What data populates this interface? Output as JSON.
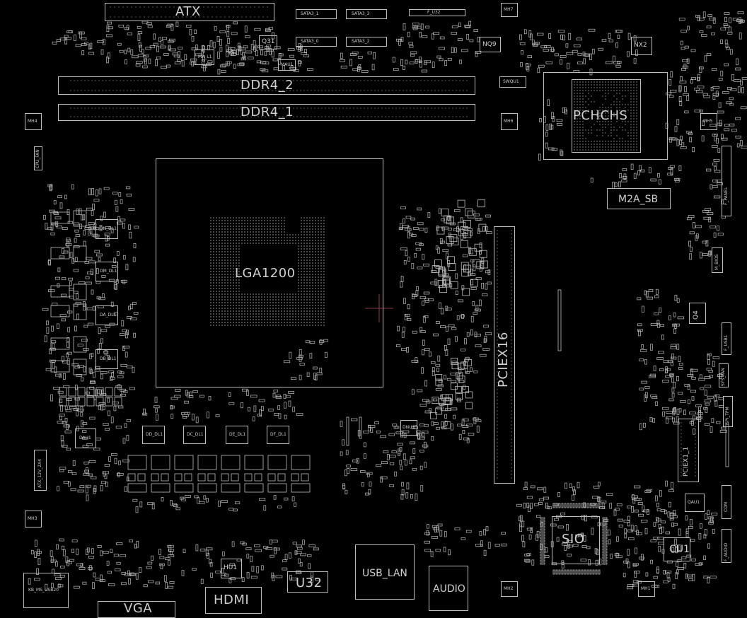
{
  "labels": {
    "atx": "ATX",
    "ddr4_2": "DDR4_2",
    "ddr4_1": "DDR4_1",
    "pch": "PCHCHS",
    "lga": "LGA1200",
    "m2a": "M2A_SB",
    "pciex16": "PCIEX16",
    "pciex1": "PCIEX1_1",
    "sio": "SIO",
    "cu1": "CU1",
    "hdmi": "HDMI",
    "vga": "VGA",
    "u32": "U32",
    "usb_lan": "USB_LAN",
    "audio": "AUDIO",
    "hu1": "HU1",
    "q31": "Q31",
    "q4": "Q4",
    "nq9": "NQ9",
    "nx2": "NX2",
    "sata1": "SATA3_1",
    "sata3": "SATA3_3",
    "sata0": "SATA3_0",
    "sata2": "SATA3_2",
    "fu32": "F_U32",
    "mh1": "MH1",
    "mh2": "MH2",
    "mh3": "MH3",
    "mh4": "MH4",
    "mh5": "MH5",
    "mh6": "MH6",
    "mh7": "MH7",
    "swqu1": "SWQU1",
    "f_panel": "F_PANEL",
    "f_usb1": "F_USB1",
    "f_audio": "F_AUDIO",
    "com": "COM",
    "atx12v": "ATX_12V_2X4",
    "usb_combo": "KB_MS_USB20",
    "qau1": "QAU1",
    "dau1": "DAU1",
    "dnu1": "DNU1",
    "cpu_fan": "CPU_FAN",
    "sys_fan": "SYS_FAN",
    "spi": "SPI_TPM",
    "bios": "M_BIOS",
    "dn_dl1": "DN_DL1",
    "dm_dl1": "DM_DL1",
    "da_dl1": "DA_DL1",
    "db_dl1": "DB_DL1",
    "dd_dl1": "DD_DL1",
    "dc_dl1": "DC_DL1",
    "de_dl1": "DE_DL1",
    "df_dl1": "DF_DL1",
    "ma_l1": "MA_L1",
    "mau1": "MAU1"
  },
  "colors": {
    "background": "#000000",
    "outline": "#bdbdbd",
    "text": "#cfcfcf",
    "marker": "#b05060"
  }
}
